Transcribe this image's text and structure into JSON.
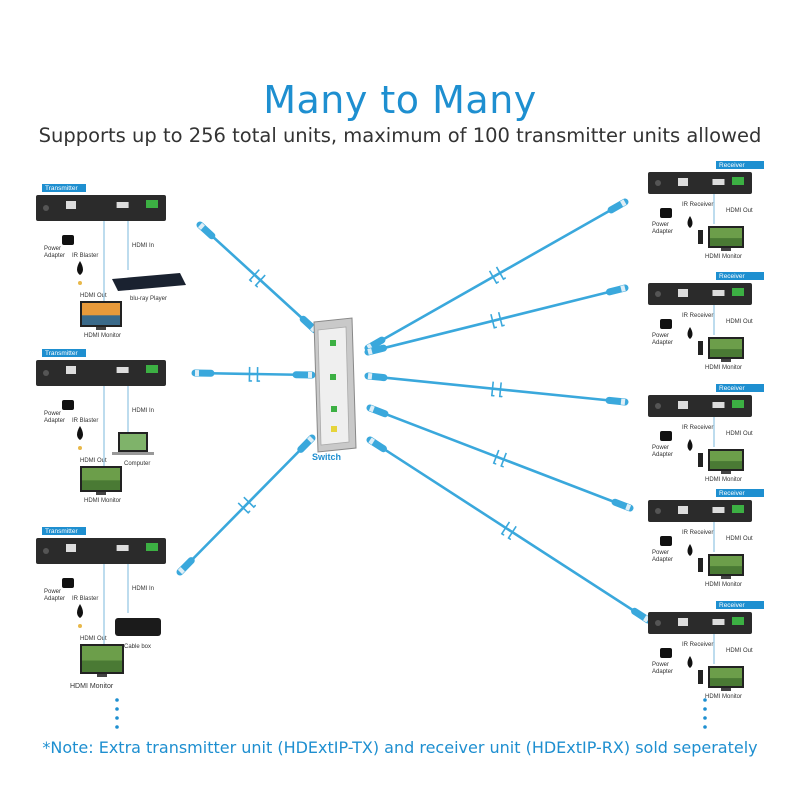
{
  "title": "Many to Many",
  "subtitle": "Supports up to 256 total units, maximum of 100 transmitter units allowed",
  "note": "*Note: Extra transmitter unit (HDExtIP-TX) and receiver unit (HDExtIP-RX) sold seperately",
  "switch_label": "Switch",
  "colors": {
    "accent": "#1e8fd0",
    "cable": "#3aa8dc",
    "device": "#2b2b2b",
    "port_green": "#3cb043"
  },
  "transmitters": [
    {
      "tag": "Transmitter",
      "power": "Power Adapter",
      "ir": "IR Blaster",
      "hdmi_out": "HDMI Out",
      "hdmi_in": "HDMI In",
      "source": "blu-ray Player",
      "monitor": "HDMI Monitor"
    },
    {
      "tag": "Transmitter",
      "power": "Power Adapter",
      "ir": "IR Blaster",
      "hdmi_out": "HDMI Out",
      "hdmi_in": "HDMI In",
      "source": "Computer",
      "monitor": "HDMI Monitor"
    },
    {
      "tag": "Transmitter",
      "power": "Power Adapter",
      "ir": "IR Blaster",
      "hdmi_out": "HDMI Out",
      "hdmi_in": "HDMI In",
      "source": "Cable box",
      "monitor": "HDMI Monitor"
    }
  ],
  "receivers": [
    {
      "tag": "Receiver",
      "ir": "IR Receiver",
      "hdmi_out": "HDMI Out",
      "power": "Power Adapter",
      "monitor": "HDMI Monitor"
    },
    {
      "tag": "Receiver",
      "ir": "IR Receiver",
      "hdmi_out": "HDMI Out",
      "power": "Power Adapter",
      "monitor": "HDMI Monitor"
    },
    {
      "tag": "Receiver",
      "ir": "IR Receiver",
      "hdmi_out": "HDMI Out",
      "power": "Power Adapter",
      "monitor": "HDMI Monitor"
    },
    {
      "tag": "Receiver",
      "ir": "IR Receiver",
      "hdmi_out": "HDMI Out",
      "power": "Power Adapter",
      "monitor": "HDMI Monitor"
    },
    {
      "tag": "Receiver",
      "ir": "IR Receiver",
      "hdmi_out": "HDMI Out",
      "power": "Power Adapter",
      "monitor": "HDMI Monitor"
    }
  ]
}
